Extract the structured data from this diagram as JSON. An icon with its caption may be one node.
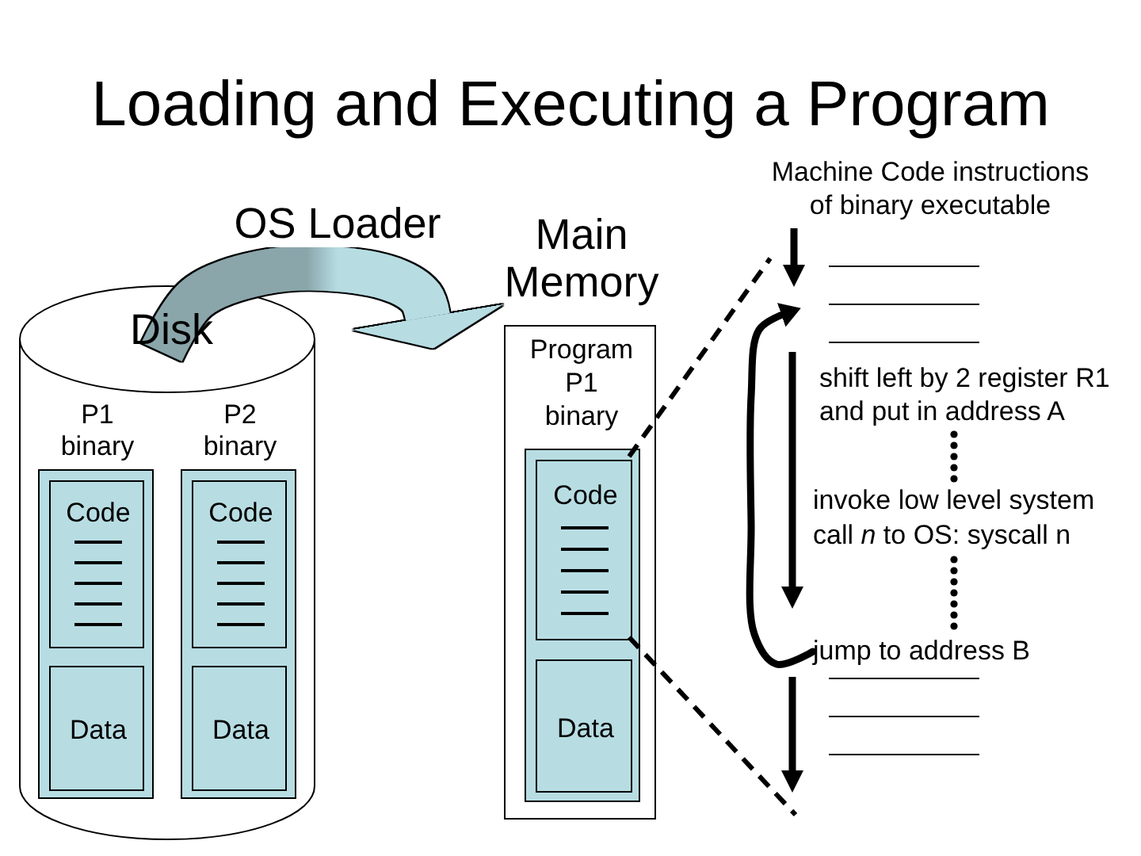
{
  "diagram": {
    "title": "Loading and Executing a Program",
    "nodes": [
      {
        "text": [
          "Disk"
        ]
      },
      {
        "text": [
          "P1 binary"
        ],
        "in": 0
      },
      {
        "text": [
          "Code"
        ],
        "in": 1
      },
      {
        "text": [
          "Data"
        ],
        "in": 1
      },
      {
        "text": [
          "P2 binary"
        ],
        "in": 0
      },
      {
        "text": [
          "Code"
        ],
        "in": 4
      },
      {
        "text": [
          "Data"
        ],
        "in": 4
      },
      {
        "text": [
          "Main Memory",
          "Program P1 binary"
        ]
      },
      {
        "text": [],
        "shape": "box",
        "in": 7
      },
      {
        "text": [
          "Code"
        ],
        "in": 8
      },
      {
        "text": [
          "Data"
        ],
        "in": 8
      },
      {
        "text": [
          "jump to address B"
        ]
      }
    ],
    "edges": [
      {
        "from": 0,
        "to": 7,
        "arrow": "to",
        "label": "OS Loader",
        "style": "thick",
        "color": "#b7dde3"
      },
      {
        "from": 9,
        "to": null,
        "arrow": "none",
        "style": "dashed"
      },
      {
        "from": 9,
        "to": null,
        "arrow": "none",
        "style": "dashed"
      },
      {
        "from": 11,
        "to": null,
        "arrow": "to"
      }
    ],
    "labels": [
      "Machine Code instructions of binary executable",
      "shift left by 2 register R1 and put in address A",
      "invoke low level system call *n* to OS: syscall n"
    ]
  }
}
